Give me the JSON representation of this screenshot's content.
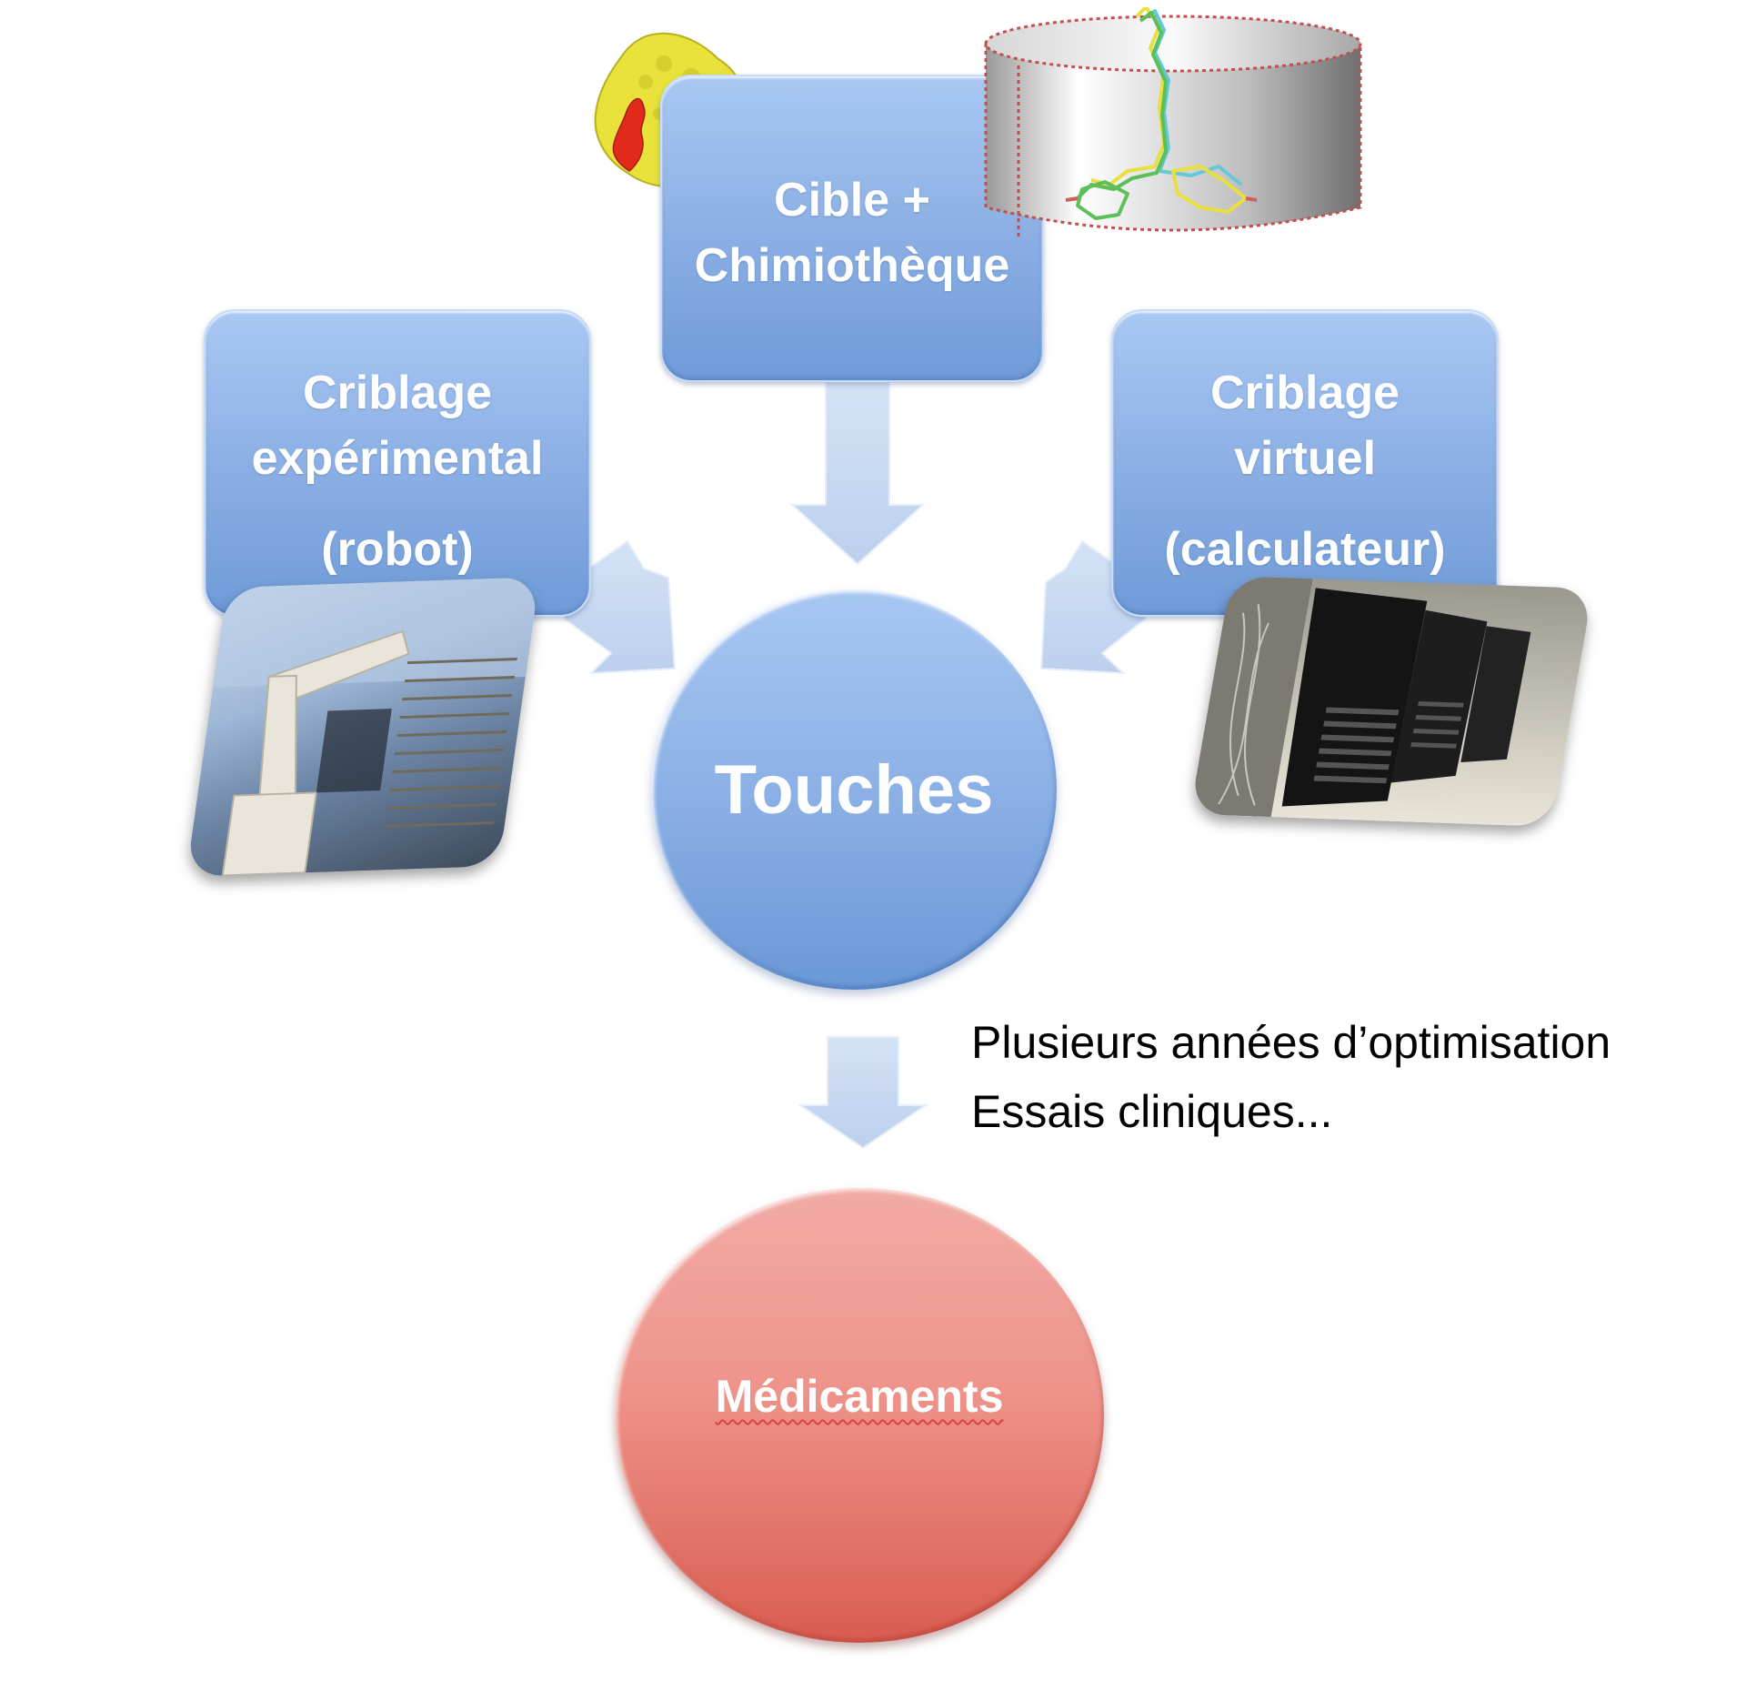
{
  "diagram": {
    "title": "Drug discovery screening workflow",
    "nodes": {
      "target_library": {
        "lines": [
          "Cible +",
          "Chimiothèque"
        ]
      },
      "experimental_screening": {
        "lines": [
          "Criblage",
          "expérimental",
          "(robot)"
        ]
      },
      "virtual_screening": {
        "lines": [
          "Criblage",
          "virtuel",
          "(calculateur)"
        ]
      },
      "hits": {
        "label": "Touches"
      },
      "drugs": {
        "label": "Médicaments"
      }
    },
    "annotation": {
      "lines": [
        "Plusieurs années d’optimisation",
        "Essais cliniques..."
      ]
    },
    "images": {
      "protein": "protein-surface-image",
      "ligand_cylinder": "ligand-pharmacophore-cylinder-image",
      "robot": "lab-robot-photo",
      "servers": "server-racks-photo"
    },
    "colors": {
      "box_blue": "#8fb2e6",
      "circle_blue": "#8fb3e7",
      "circle_red": "#ee938a",
      "arrow": "#c7d8f1",
      "protein_yellow": "#e8e23a",
      "protein_red": "#e02a1c"
    },
    "edges": [
      {
        "from": "target_library",
        "to": "hits"
      },
      {
        "from": "experimental_screening",
        "to": "hits"
      },
      {
        "from": "virtual_screening",
        "to": "hits"
      },
      {
        "from": "hits",
        "to": "drugs"
      }
    ]
  }
}
